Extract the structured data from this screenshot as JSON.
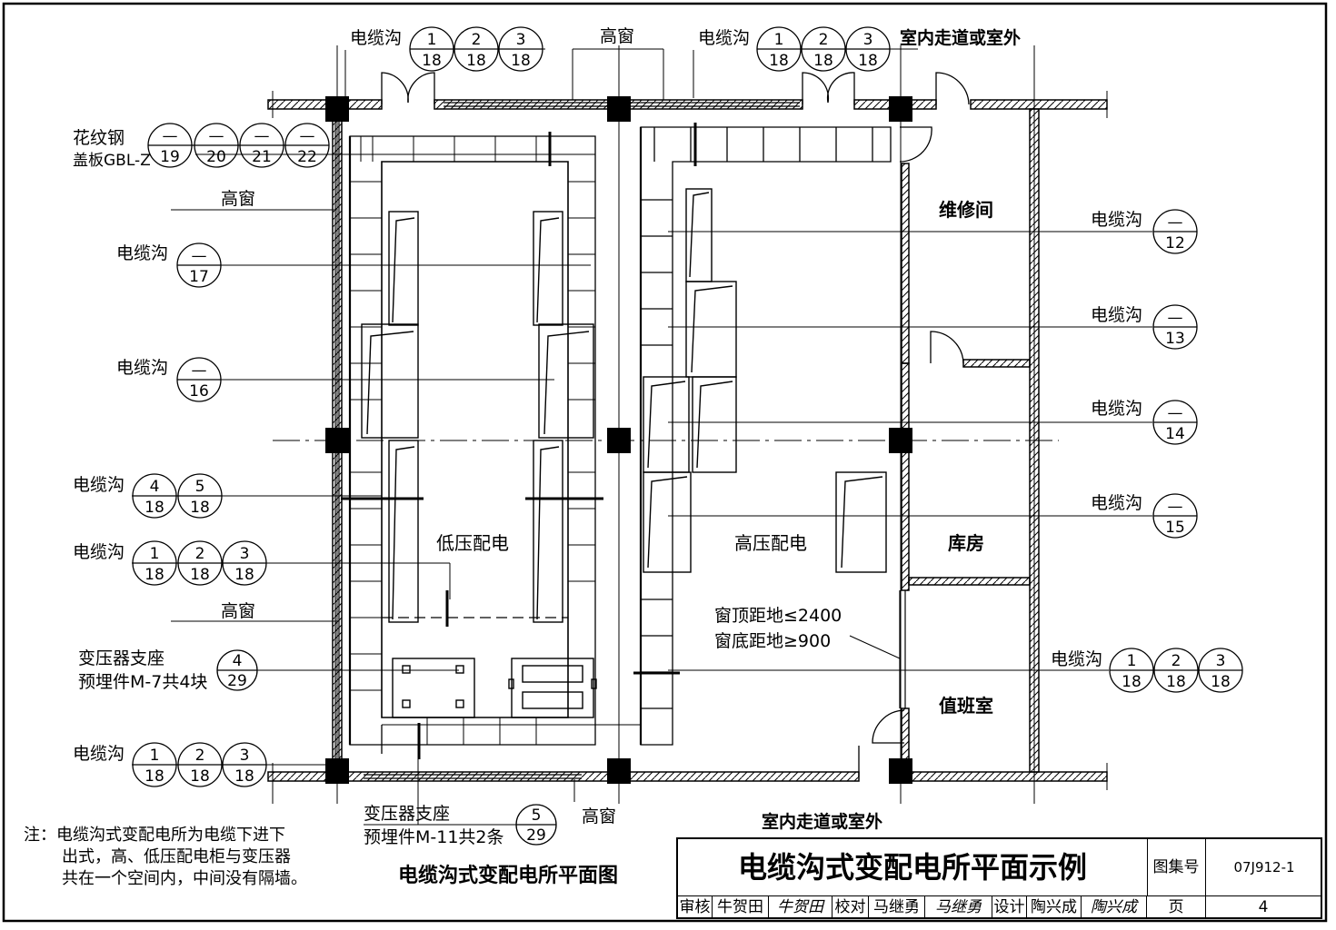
{
  "labels": {
    "cable_trench": "电缆沟",
    "high_window": "高窗",
    "corridor": "室内走道或室外",
    "pattern_steel_line1": "花纹钢",
    "pattern_steel_line2": "盖板GBL-Z",
    "transformer_seat": "变压器支座",
    "embed_m7": "预埋件M-7共4块",
    "embed_m11": "预埋件M-11共2条",
    "window_top": "窗顶距地≤2400",
    "window_bottom": "窗底距地≥900"
  },
  "rooms": {
    "maintenance": "维修间",
    "warehouse": "库房",
    "duty": "值班室",
    "low_voltage": "低压配电",
    "high_voltage": "高压配电"
  },
  "refs": {
    "dash": "—",
    "n1": "1",
    "n2": "2",
    "n3": "3",
    "n4": "4",
    "n5": "5",
    "n12": "12",
    "n13": "13",
    "n14": "14",
    "n15": "15",
    "n16": "16",
    "n17": "17",
    "n18": "18",
    "n19": "19",
    "n20": "20",
    "n21": "21",
    "n22": "22",
    "n29": "29"
  },
  "note": {
    "line1": "注：电缆沟式变配电所为电缆下进下",
    "line2": "出式，高、低压配电柜与变压器",
    "line3": "共在一个空间内，中间没有隔墙。"
  },
  "subtitle": "电缆沟式变配电所平面图",
  "title_block": {
    "title": "电缆沟式变配电所平面示例",
    "atlas_label": "图集号",
    "atlas_no": "07J912-1",
    "review_label": "审核",
    "review_name": "牛贺田",
    "review_sign": "牛贺田",
    "check_label": "校对",
    "check_name": "马继勇",
    "check_sign": "马继勇",
    "design_label": "设计",
    "design_name": "陶兴成",
    "design_sign": "陶兴成",
    "page_label": "页",
    "page_no": "4"
  }
}
